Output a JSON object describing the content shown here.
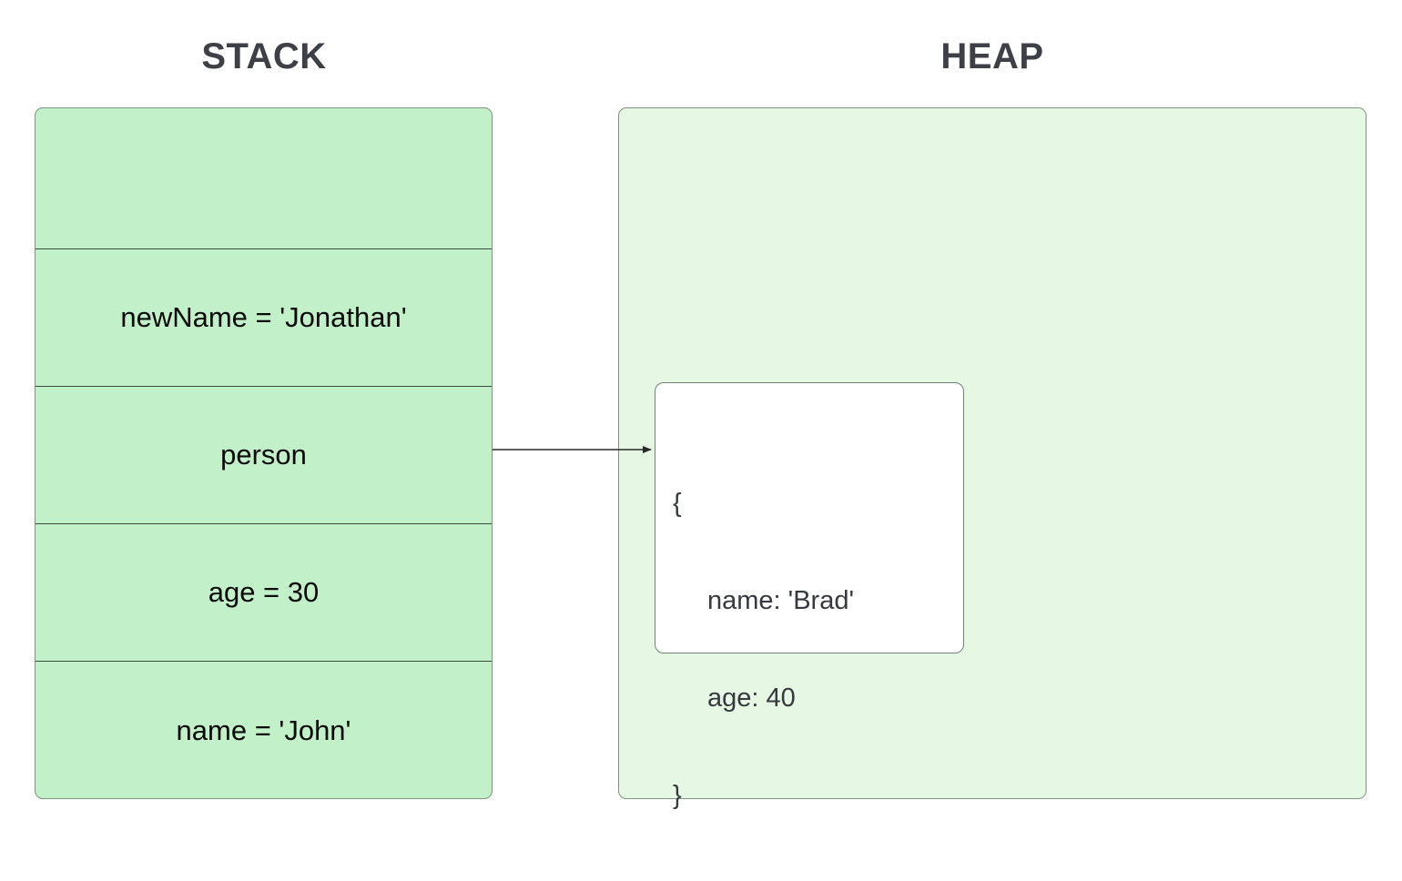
{
  "diagram": {
    "background": "#ffffff",
    "title_color": "#3d4047"
  },
  "stack": {
    "title": "STACK",
    "fill": "#c2f0c8",
    "border": "#7c9481",
    "divider": "#3c4b40",
    "text_color": "#0a0a0a",
    "cells": [
      {
        "label": "",
        "empty": true
      },
      {
        "label": "newName = 'Jonathan'",
        "empty": false
      },
      {
        "label": "person",
        "empty": false
      },
      {
        "label": "age = 30",
        "empty": false
      },
      {
        "label": "name = 'John'",
        "empty": false
      }
    ]
  },
  "heap": {
    "title": "HEAP",
    "fill": "#e6f7e3",
    "border": "#7c9481",
    "object": {
      "fill": "#ffffff",
      "border": "#6f8273",
      "text_color": "#36393f",
      "lines": [
        {
          "text": "{",
          "indent": false
        },
        {
          "text": "name: 'Brad'",
          "indent": true
        },
        {
          "text": "age: 40",
          "indent": true
        },
        {
          "text": "}",
          "indent": false
        }
      ]
    }
  },
  "pointer": {
    "from": "person",
    "to": "heap-object",
    "color": "#2a2a2a",
    "label": ""
  }
}
